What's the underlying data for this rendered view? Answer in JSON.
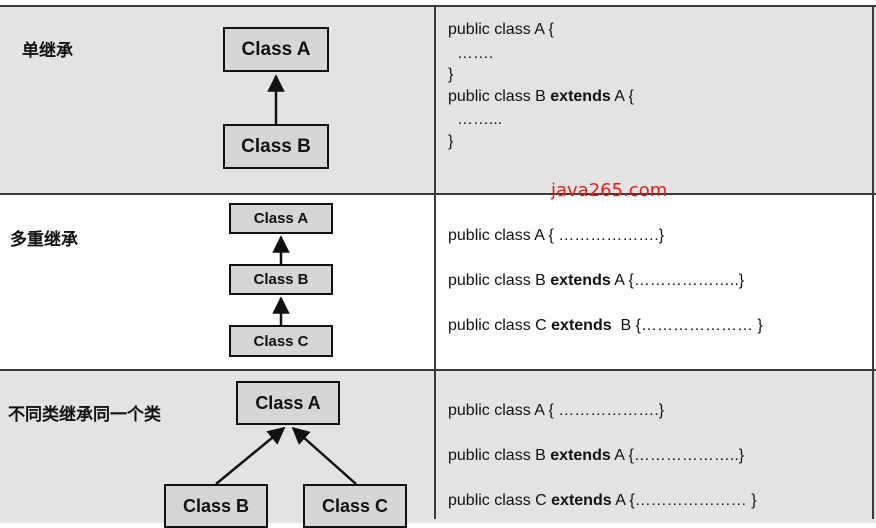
{
  "watermark": "java265.com",
  "rows": [
    {
      "label": "单继承",
      "classes": [
        "Class A",
        "Class B"
      ],
      "code": [
        {
          "pre": "public class A {",
          "kw": "",
          "post": ""
        },
        {
          "pre": "  …….",
          "kw": "",
          "post": ""
        },
        {
          "pre": "}",
          "kw": "",
          "post": ""
        },
        {
          "pre": "public class B ",
          "kw": "extends",
          "post": " A {"
        },
        {
          "pre": "  ……...",
          "kw": "",
          "post": ""
        },
        {
          "pre": "}",
          "kw": "",
          "post": ""
        }
      ]
    },
    {
      "label": "多重继承",
      "classes": [
        "Class A",
        "Class B",
        "Class C"
      ],
      "code": [
        {
          "pre": "public class A { ……………….}",
          "kw": "",
          "post": ""
        },
        {
          "pre": "public class B ",
          "kw": "extends",
          "post": " A {………………..}"
        },
        {
          "pre": "public class C ",
          "kw": "extends",
          "post": "  B {………………… }"
        }
      ]
    },
    {
      "label": "不同类继承同一个类",
      "classes": [
        "Class A",
        "Class B",
        "Class C"
      ],
      "code": [
        {
          "pre": "public class A { ……………….}",
          "kw": "",
          "post": ""
        },
        {
          "pre": "public class B ",
          "kw": "extends",
          "post": " A {………………..}"
        },
        {
          "pre": "public class C ",
          "kw": "extends",
          "post": " A {………………… }"
        }
      ]
    }
  ]
}
